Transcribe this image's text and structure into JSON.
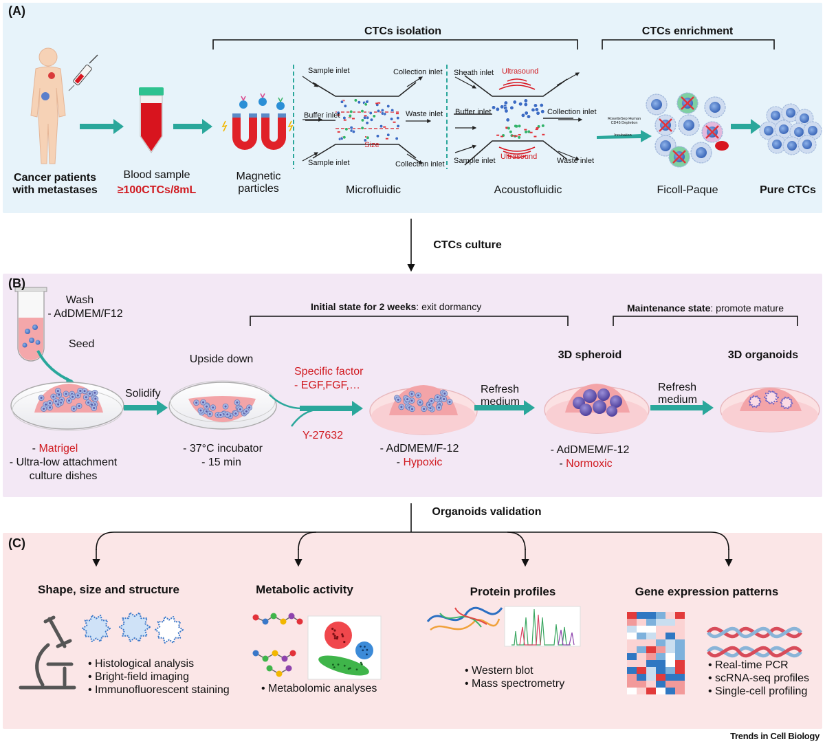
{
  "panel_a": {
    "letter": "(A)",
    "isolation_header": "CTCs isolation",
    "enrichment_header": "CTCs enrichment",
    "patients_label": "Cancer patients\nwith metastases",
    "blood_label": "Blood sample",
    "blood_value": "≥100CTCs/8mL",
    "magnetic_label": "Magnetic\nparticles",
    "microfluidic": {
      "label": "Microfluidic",
      "sample_inlet_top": "Sample inlet",
      "collection_inlet_top": "Collection inlet",
      "buffer_inlet": "Buffer inlet",
      "waste_inlet": "Waste inlet",
      "size": "Size",
      "sample_inlet_bottom": "Sample inlet",
      "collection_inlet_bottom": "Collection inlet"
    },
    "acoustofluidic": {
      "label": "Acoustofluidic",
      "sheath_inlet": "Sheath inlet",
      "ultrasound_top": "Ultrasound",
      "buffer_inlet": "Buffer inlet",
      "collection_inlet": "Collection inlet",
      "sample_inlet": "Sample inlet",
      "ultrasound_bottom": "Ultrasound",
      "waste_inlet": "Waste inlet"
    },
    "rosettesep": "RosetteSep Human\nCD45 Depletion",
    "incubation": "Incubation",
    "ficoll_label": "Ficoll-Paque",
    "pure_label": "Pure CTCs"
  },
  "culture_label": "CTCs culture",
  "panel_b": {
    "letter": "(B)",
    "wash": "Wash",
    "wash_medium": "- AdDMEM/F12",
    "seed": "Seed",
    "initial_bold": "Initial state for 2 weeks",
    "initial_rest": ": exit dormancy",
    "maintenance_bold": "Maintenance  state",
    "maintenance_rest": ": promote mature",
    "upside_down": "Upside down",
    "specific_factor": "Specific factor",
    "factors": "- EGF,FGF,…",
    "y27632": "Y-27632",
    "solidify": "Solidify",
    "refresh1": "Refresh\nmedium",
    "refresh2": "Refresh\nmedium",
    "spheroid": "3D spheroid",
    "organoids": "3D organoids",
    "dish1_matrigel": "Matrigel",
    "dish1_line2": "- Ultra-low attachment",
    "dish1_line3": "culture dishes",
    "dish2_line1": "- 37°C incubator",
    "dish2_line2": "- 15 min",
    "dish3_line1": "- AdDMEM/F-12",
    "dish3_red": "Hypoxic",
    "dish4_line1": "- AdDMEM/F-12",
    "dish4_red": "Normoxic"
  },
  "validation_label": "Organoids validation",
  "panel_c": {
    "letter": "(C)",
    "col1": {
      "title": "Shape, size and structure",
      "items": [
        "Histological analysis",
        "Bright-field imaging",
        "Immunofluorescent staining"
      ]
    },
    "col2": {
      "title": "Metabolic activity",
      "items": [
        "Metabolomic analyses"
      ]
    },
    "col3": {
      "title": "Protein profiles",
      "items": [
        "Western blot",
        "Mass spectrometry"
      ]
    },
    "col4": {
      "title": "Gene expression patterns",
      "items": [
        "Real-time PCR",
        "scRNA-seq profiles",
        "Single-cell profiling"
      ]
    }
  },
  "footer": "Trends in Cell Biology",
  "colors": {
    "teal_arrow": "#2aa79b",
    "red_text": "#d0191f",
    "blood_red": "#d8141e",
    "panel_a_bg": "#e7f3fa",
    "panel_b_bg": "#f3e8f5",
    "panel_c_bg": "#fbe6e7",
    "cell_blue": "#3f6fc4"
  }
}
